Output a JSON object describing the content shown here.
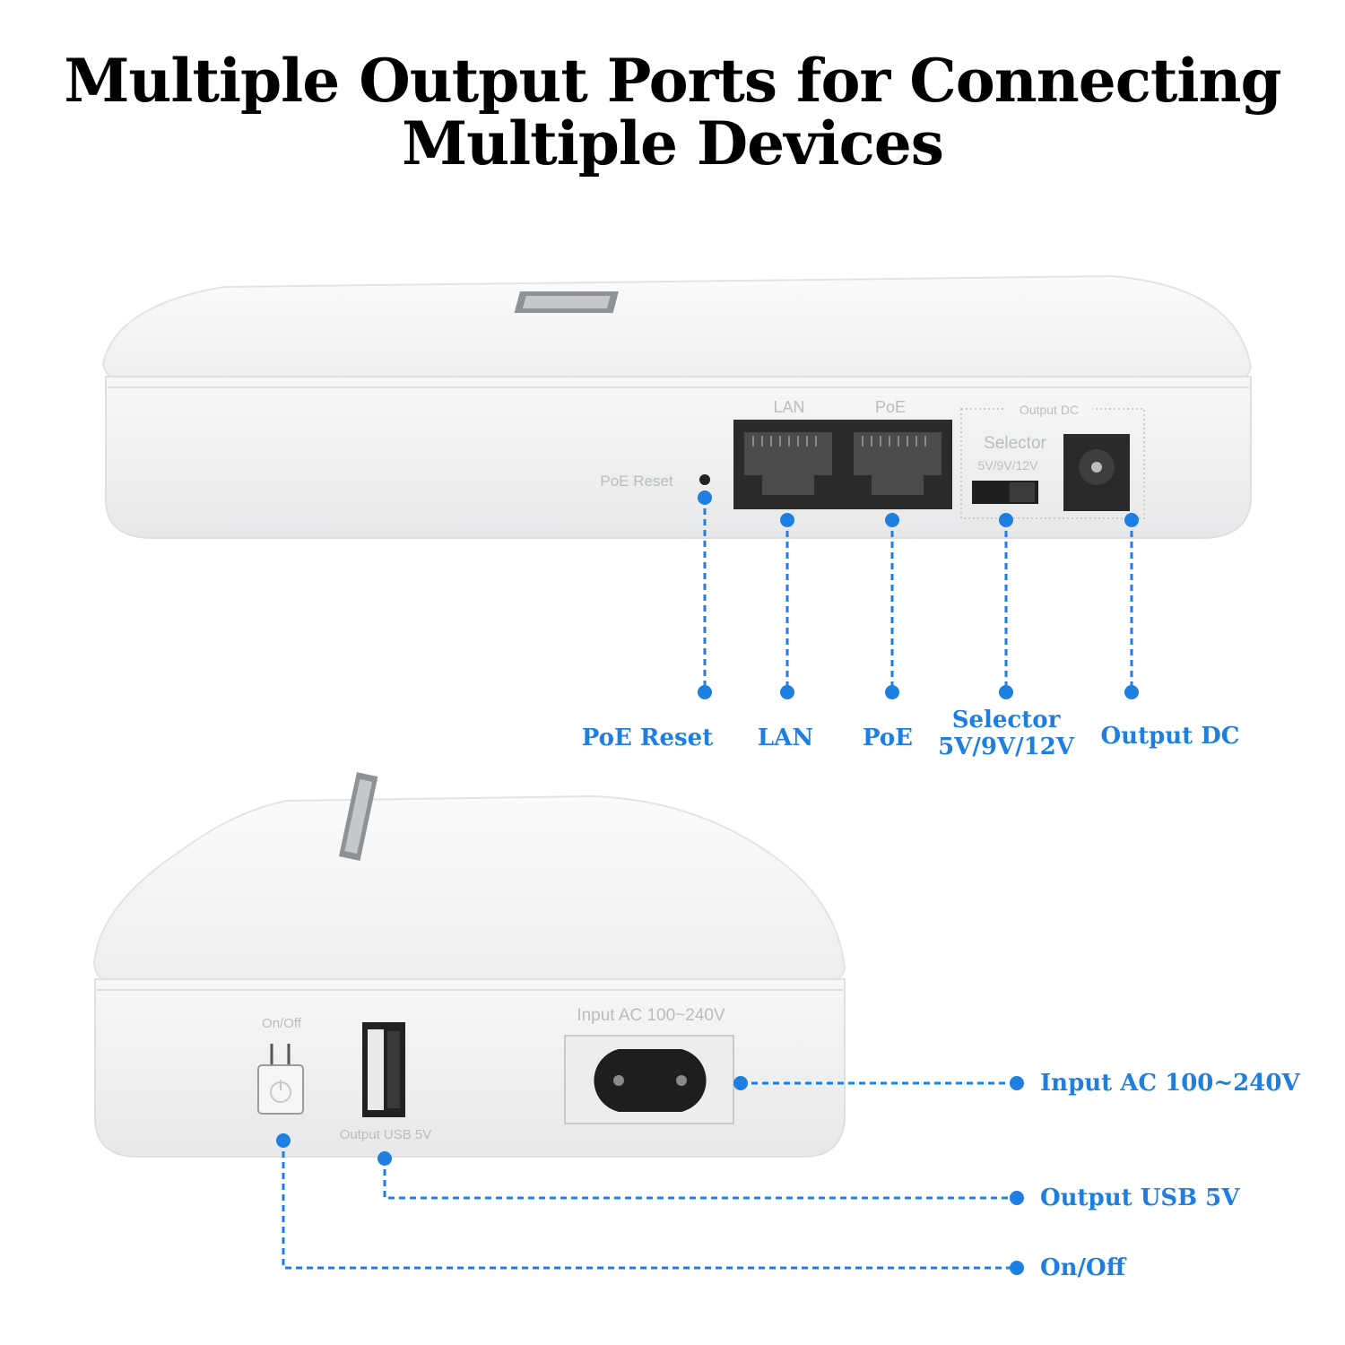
{
  "title": {
    "line1": "Multiple Output Ports for Connecting",
    "line2": "Multiple Devices"
  },
  "device_top": {
    "port_labels": {
      "lan": "LAN",
      "poe": "PoE",
      "output_dc": "Output DC",
      "selector": "Selector",
      "selector_values": "5V/9V/12V",
      "poe_reset": "PoE Reset"
    }
  },
  "device_bottom": {
    "port_labels": {
      "on_off": "On/Off",
      "output_usb": "Output USB 5V",
      "input_ac": "Input AC 100~240V"
    }
  },
  "callouts_top": {
    "poe_reset": "PoE Reset",
    "lan": "LAN",
    "poe": "PoE",
    "selector_line1": "Selector",
    "selector_line2": "5V/9V/12V",
    "output_dc": "Output DC"
  },
  "callouts_bottom": {
    "input_ac": "Input AC 100~240V",
    "output_usb": "Output USB 5V",
    "on_off": "On/Off"
  },
  "colors": {
    "accent": "#1e7fe0",
    "title": "#000000",
    "device_body": "#f2f3f4"
  },
  "icons": [
    "reset-hole-icon",
    "rj45-port-icon",
    "slide-switch-icon",
    "dc-jack-icon",
    "power-switch-icon",
    "usb-port-icon",
    "ac-socket-icon"
  ]
}
